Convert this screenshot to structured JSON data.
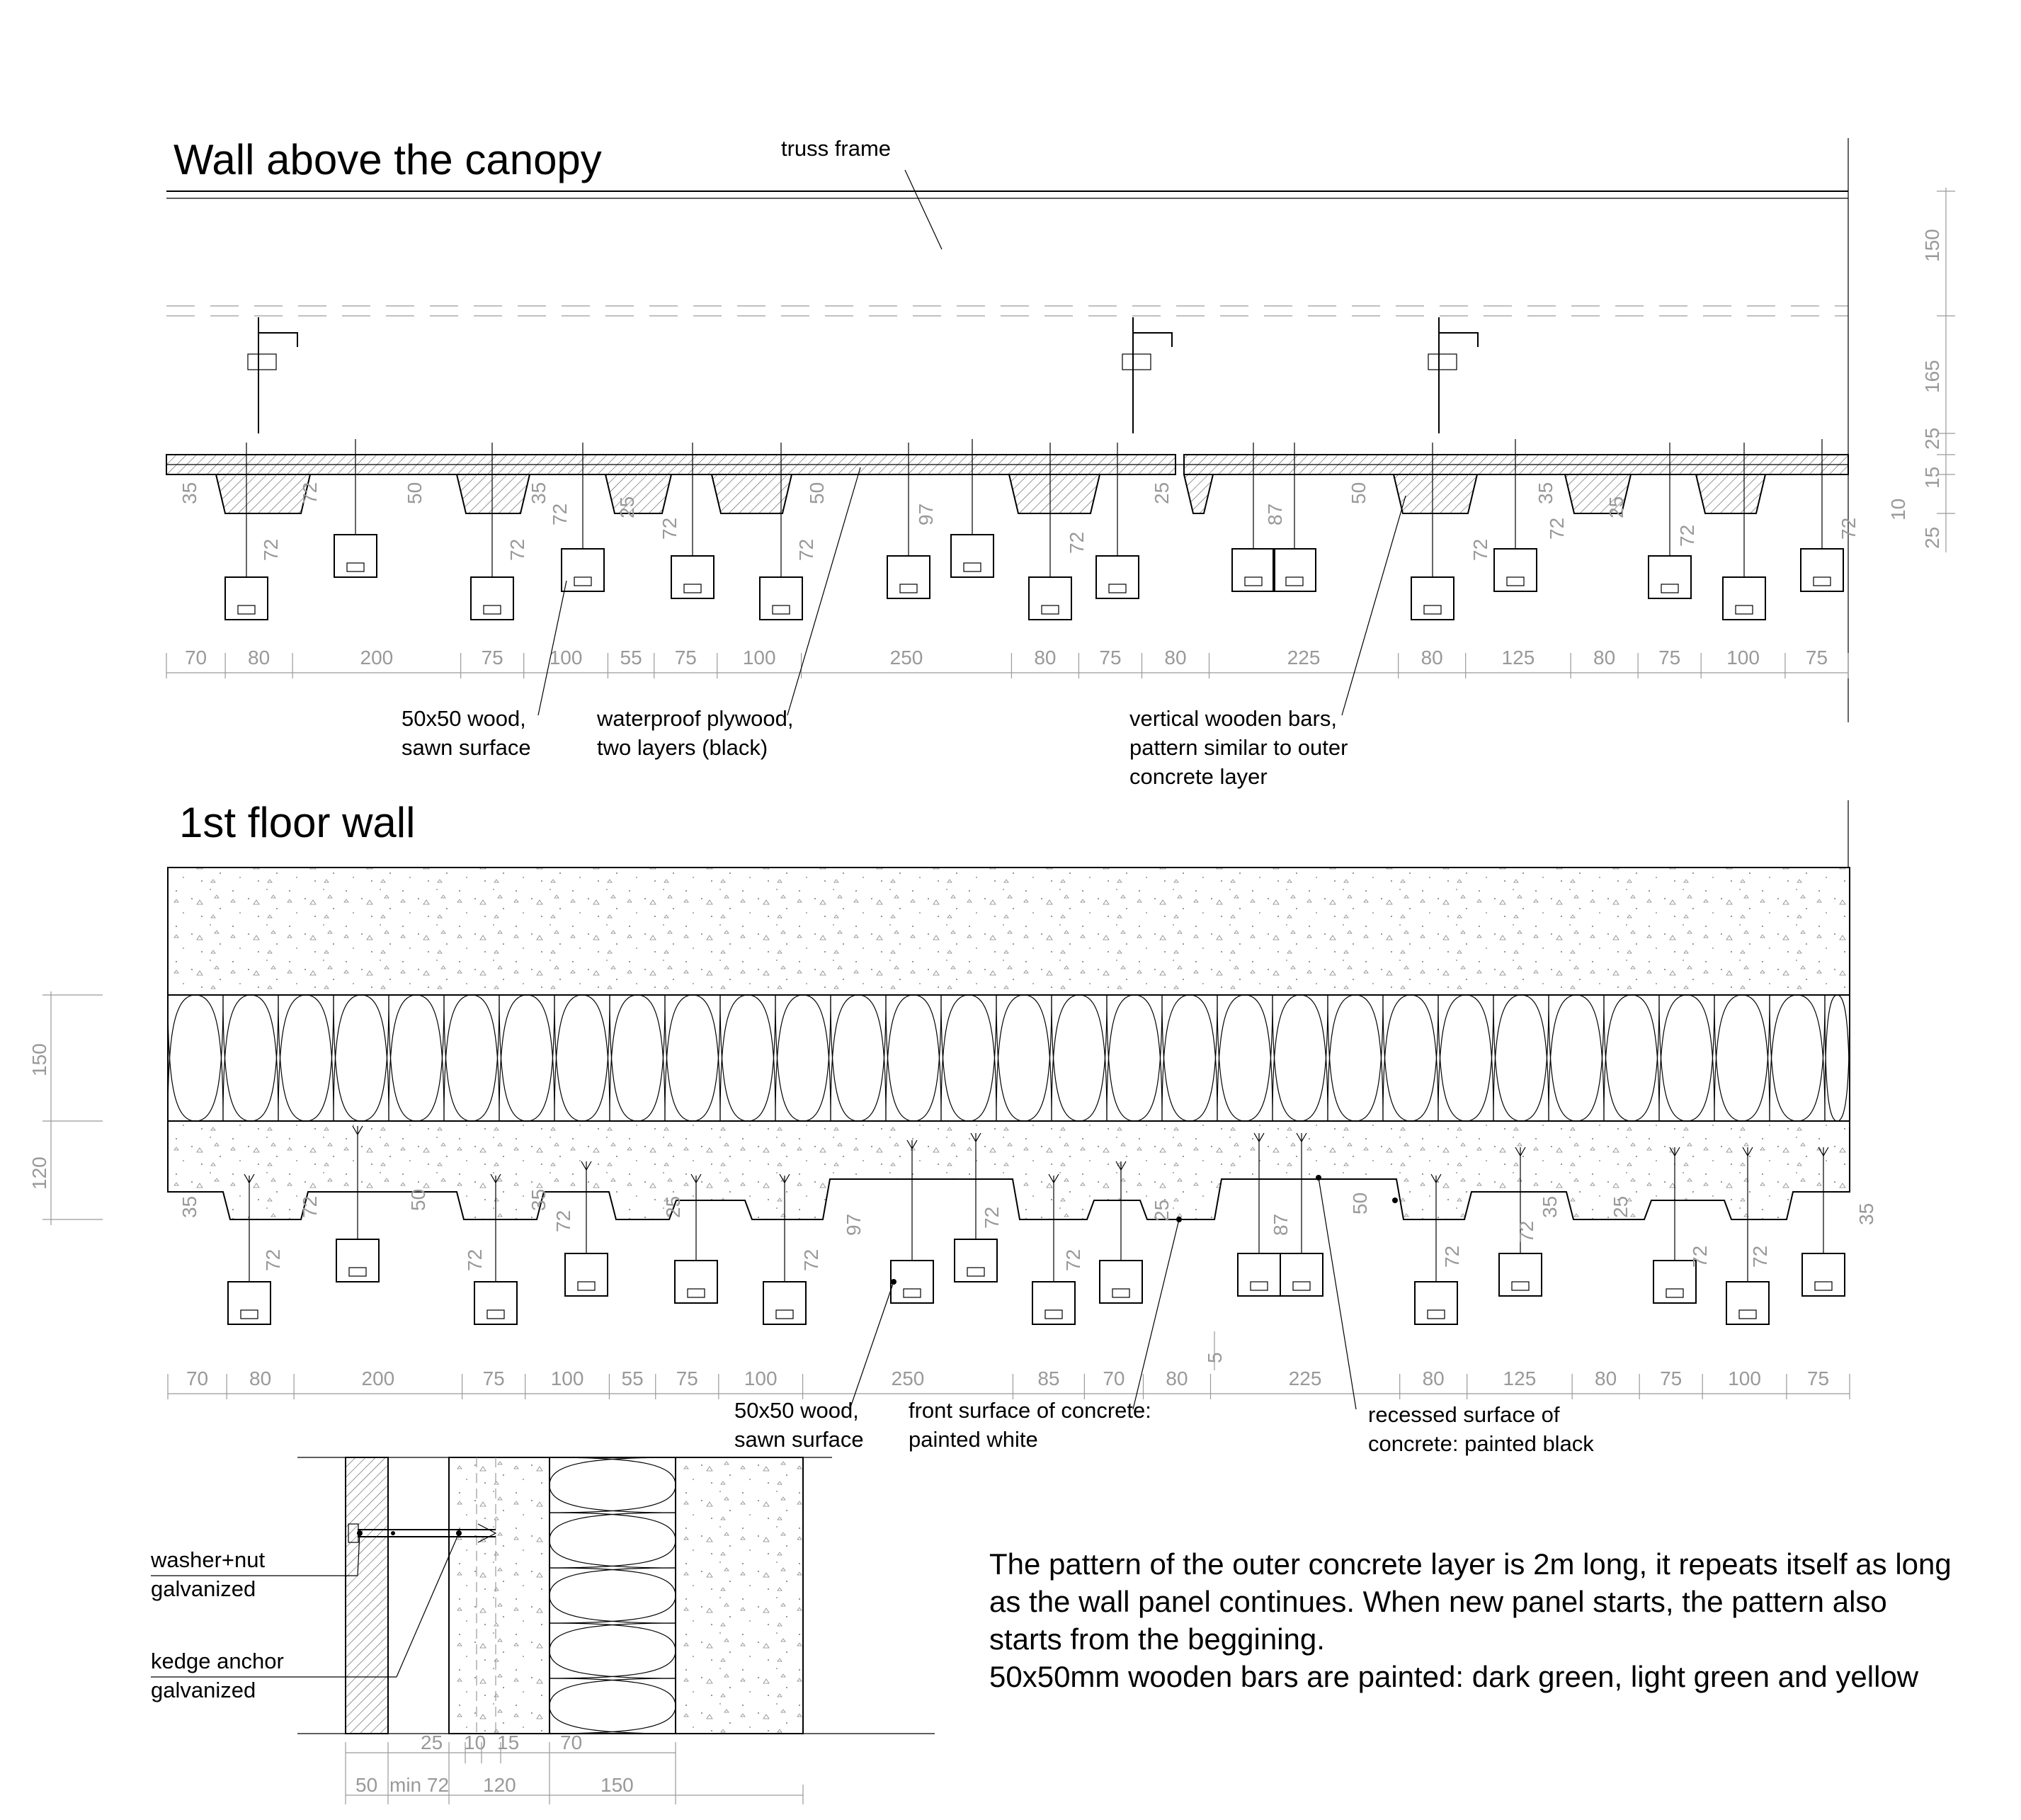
{
  "titles": {
    "top": "Wall above the canopy",
    "bottom": "1st floor wall"
  },
  "labels": {
    "truss_frame": "truss frame",
    "wood_top_1": "50x50 wood,",
    "wood_top_2": "sawn surface",
    "plywood_1": "waterproof plywood,",
    "plywood_2": "two layers  (black)",
    "bars_1": "vertical wooden bars,",
    "bars_2": "pattern similar to outer",
    "bars_3": "concrete layer",
    "wood_bot_1": "50x50 wood,",
    "wood_bot_2": "sawn surface",
    "front_1": "front surface of concrete:",
    "front_2": "painted white",
    "recess_1": "recessed surface of",
    "recess_2": "concrete: painted black",
    "washer_1": "washer+nut",
    "washer_2": "galvanized",
    "kedge_1": "kedge anchor",
    "kedge_2": "galvanized"
  },
  "paragraph": [
    "The pattern of the outer concrete layer is 2m long, it repeats itself as long",
    "as the wall panel continues. When new panel starts, the pattern also",
    "starts from the beggining.",
    "50x50mm wooden bars are painted: dark green, light green and yellow"
  ],
  "dimensions": {
    "top_chain": [
      "70",
      "80",
      "200",
      "75",
      "100",
      "55",
      "75",
      "100",
      "250",
      "80",
      "75",
      "80",
      "225",
      "80",
      "125",
      "80",
      "75",
      "100",
      "75"
    ],
    "bottom_chain": [
      "70",
      "80",
      "200",
      "75",
      "100",
      "55",
      "75",
      "100",
      "250",
      "85",
      "70",
      "80",
      "225",
      "80",
      "125",
      "80",
      "75",
      "100",
      "75"
    ],
    "top_right": [
      "150",
      "165",
      "25",
      "15",
      "10",
      "25"
    ],
    "top_inner": [
      "35",
      "72",
      "72",
      "50",
      "35",
      "72",
      "25",
      "72",
      "50",
      "72",
      "97",
      "72",
      "72",
      "25",
      "50",
      "87",
      "72",
      "35",
      "72",
      "25",
      "72",
      "72"
    ],
    "bottom_left": [
      "150",
      "120"
    ],
    "bottom_inner": [
      "35",
      "72",
      "72",
      "50",
      "72",
      "35",
      "72",
      "25",
      "72",
      "97",
      "72",
      "72",
      "25",
      "87",
      "50",
      "72",
      "35",
      "72",
      "25",
      "72",
      "72",
      "35"
    ],
    "bottom_small": "5",
    "detail_top": [
      "25",
      "10",
      "15",
      "70"
    ],
    "detail_bottom": [
      "50",
      "min 72",
      "120",
      "150"
    ]
  }
}
